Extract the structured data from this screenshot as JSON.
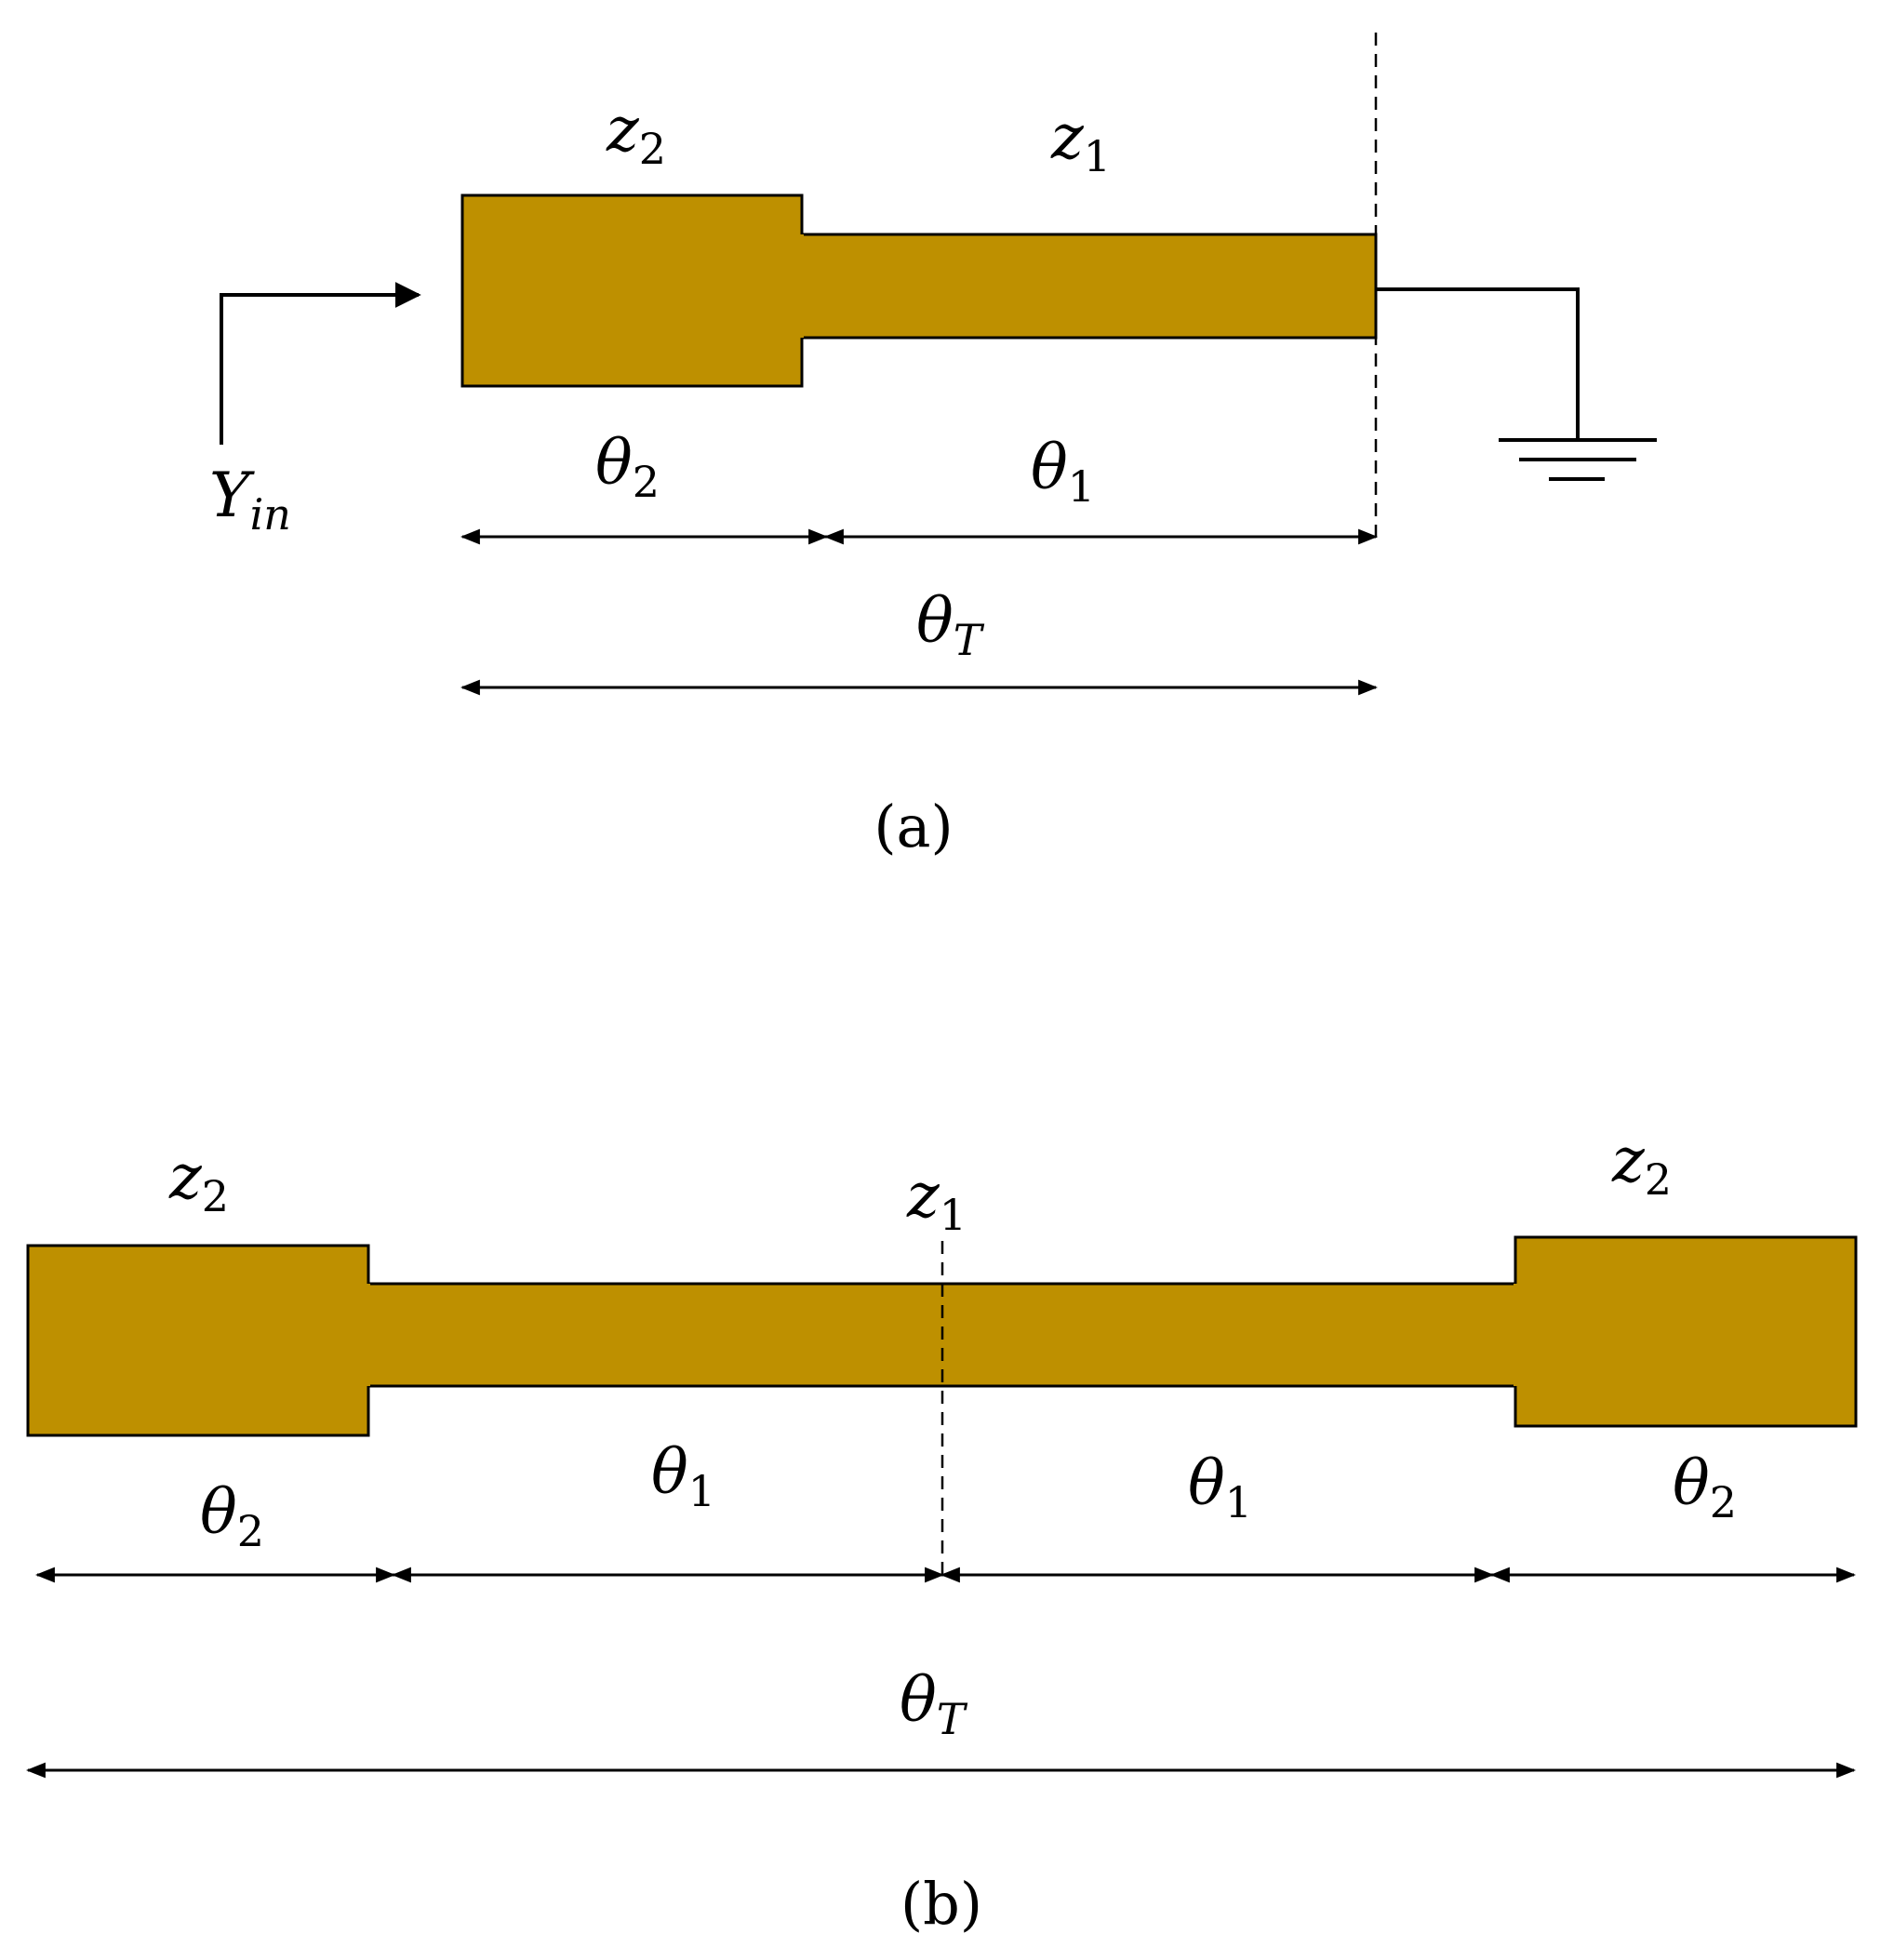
{
  "colors": {
    "conductor": "#BE9000",
    "ink": "#000000"
  },
  "figure_a": {
    "caption": "(a)",
    "impedance_labels": {
      "z2": {
        "base": "z",
        "sub": "2"
      },
      "z1": {
        "base": "z",
        "sub": "1"
      }
    },
    "length_labels": {
      "theta2": {
        "base": "θ",
        "sub": "2"
      },
      "theta1": {
        "base": "θ",
        "sub": "1"
      },
      "thetaT": {
        "base": "θ",
        "sub": "T"
      }
    },
    "input_label": {
      "base": "Y",
      "sub": "in"
    }
  },
  "figure_b": {
    "caption": "(b)",
    "impedance_labels": {
      "z2_left": {
        "base": "z",
        "sub": "2"
      },
      "z1": {
        "base": "z",
        "sub": "1"
      },
      "z2_right": {
        "base": "z",
        "sub": "2"
      }
    },
    "length_labels": {
      "theta2_left": {
        "base": "θ",
        "sub": "2"
      },
      "theta1_left": {
        "base": "θ",
        "sub": "1"
      },
      "theta1_right": {
        "base": "θ",
        "sub": "1"
      },
      "theta2_right": {
        "base": "θ",
        "sub": "2"
      },
      "thetaT": {
        "base": "θ",
        "sub": "T"
      }
    }
  }
}
